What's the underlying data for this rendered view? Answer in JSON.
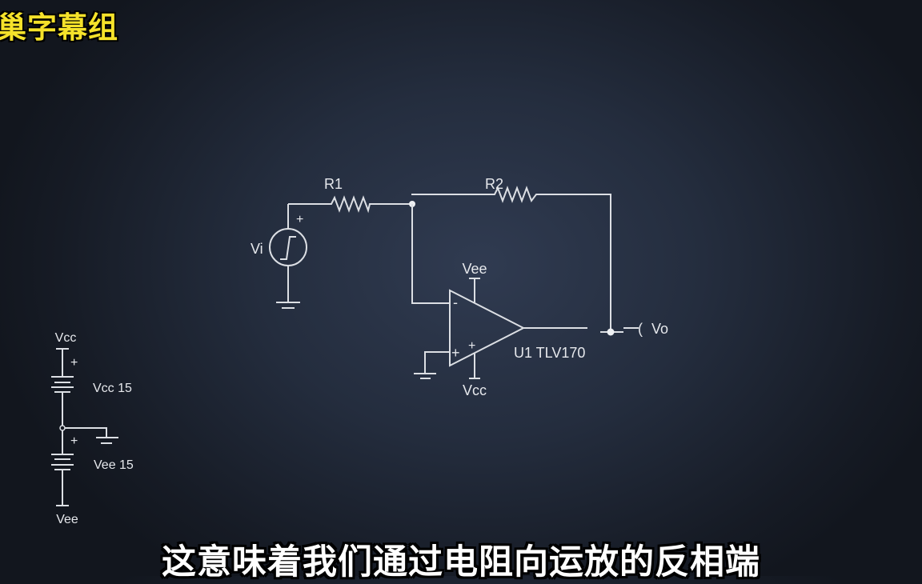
{
  "watermark": "巢字幕组",
  "subtitle": "这意味着我们通过电阻向运放的反相端",
  "circuit": {
    "source_label": "Vi",
    "source_plus": "+",
    "r1_label": "R1",
    "r2_label": "R2",
    "opamp_label": "U1 TLV170",
    "opamp_minus": "-",
    "opamp_plus": "+",
    "opamp_supply_plus": "+",
    "top_supply_label": "Vee",
    "bottom_supply_label": "Vcc",
    "output_label": "Vo",
    "output_connector": "("
  },
  "supply": {
    "vcc_label": "Vcc",
    "vcc_battery": "Vcc 15",
    "vee_battery": "Vee 15",
    "vee_label": "Vee",
    "plus1": "+",
    "plus2": "+"
  },
  "colors": {
    "wire": "#dcdfe4",
    "watermark": "#f5e22a",
    "subtitle": "#ffffff"
  }
}
